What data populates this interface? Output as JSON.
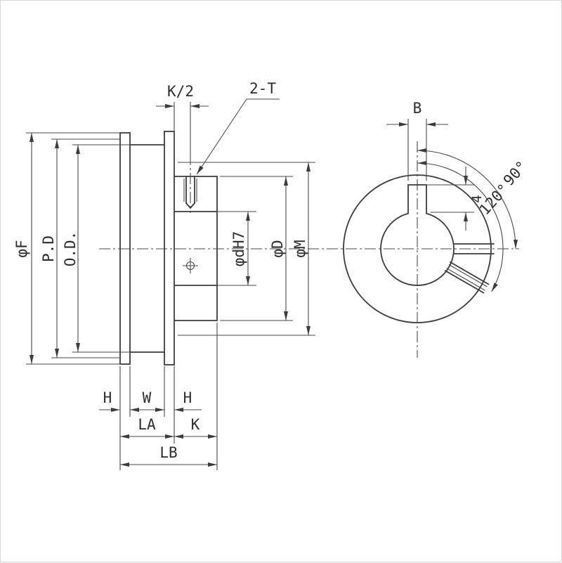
{
  "meta": {
    "title": "Timing pulley dimension drawing",
    "background": "#ffffff",
    "line_color": "#3c3c3c",
    "text_color": "#2f2f2f"
  },
  "side_view": {
    "top_labels": {
      "k_half": "K/2",
      "tapped_hole": "2-T"
    },
    "diameter_labels": {
      "flange": "φF",
      "pitch": "P.D",
      "outside": "O.D.",
      "bore": "φdH7",
      "hub_step": "φD",
      "hub": "φM"
    },
    "length_labels": {
      "flange_left": "H",
      "belt_width": "W",
      "flange_right": "H",
      "body_length": "LA",
      "hub_length": "K",
      "overall_length": "LB"
    }
  },
  "front_view": {
    "keyway_width": "B",
    "keyway_depth": "4",
    "screw_angle_1": "90°",
    "screw_angle_2": "120°"
  }
}
